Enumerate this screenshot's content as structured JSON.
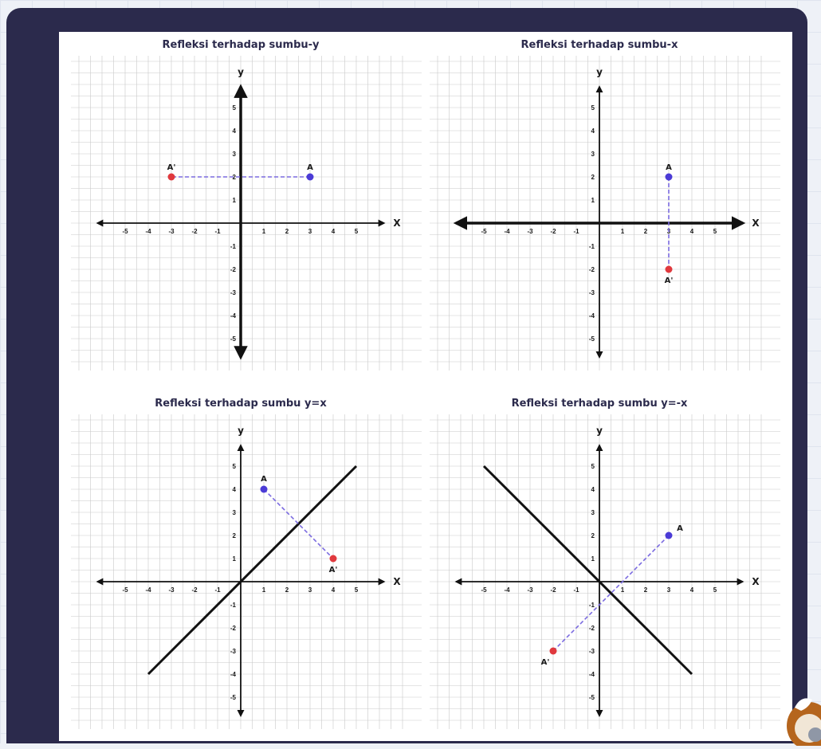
{
  "colors": {
    "frame": "#2b2a4c",
    "point_original": "#4b3bd6",
    "point_image": "#e0393e",
    "connector": "#7b6be0",
    "axis": "#111111",
    "grid": "#c9c9c9"
  },
  "axis_labels": {
    "x": "X",
    "y": "y"
  },
  "panels": [
    {
      "title": "Refleksi terhadap sumbu-y",
      "point": {
        "label": "A",
        "x": 3,
        "y": 2
      },
      "image": {
        "label": "A'",
        "x": -3,
        "y": 2
      },
      "mirror_line": "y-axis"
    },
    {
      "title": "Refleksi terhadap sumbu-x",
      "point": {
        "label": "A",
        "x": 3,
        "y": 2
      },
      "image": {
        "label": "A'",
        "x": 3,
        "y": -2
      },
      "mirror_line": "x-axis"
    },
    {
      "title": "Refleksi terhadap sumbu y=x",
      "point": {
        "label": "A",
        "x": 1,
        "y": 4
      },
      "image": {
        "label": "A'",
        "x": 4,
        "y": 1
      },
      "mirror_line": "y=x"
    },
    {
      "title": "Refleksi terhadap sumbu y=-x",
      "point": {
        "label": "A",
        "x": 3,
        "y": 2
      },
      "image": {
        "label": "A'",
        "x": -2,
        "y": -3
      },
      "mirror_line": "y=-x"
    }
  ]
}
